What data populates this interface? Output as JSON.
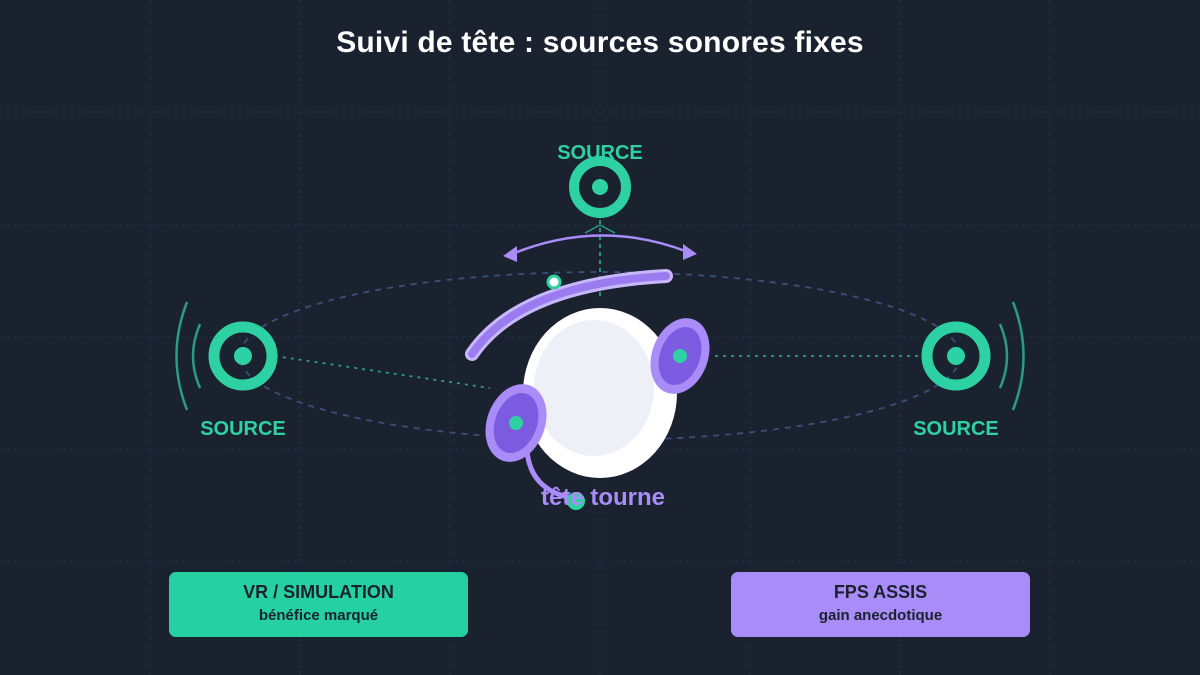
{
  "title": "Suivi de tête : sources sonores fixes",
  "sources": {
    "top_label": "SOURCE",
    "left_label": "SOURCE",
    "right_label": "SOURCE"
  },
  "head": {
    "turn_glyph": "",
    "turn_label": "tête tourne"
  },
  "cards": {
    "vr": {
      "title": "VR / SIMULATION",
      "subtitle": "bénéfice marqué"
    },
    "fps": {
      "title": "FPS ASSIS",
      "subtitle": "gain anecdotique"
    }
  },
  "colors": {
    "background": "#1a2230",
    "source_green": "#2ed1a2",
    "accent_purple": "#a98cf8",
    "earcup_purple": "#7b5ce0",
    "head_white": "#f4f6fb"
  }
}
